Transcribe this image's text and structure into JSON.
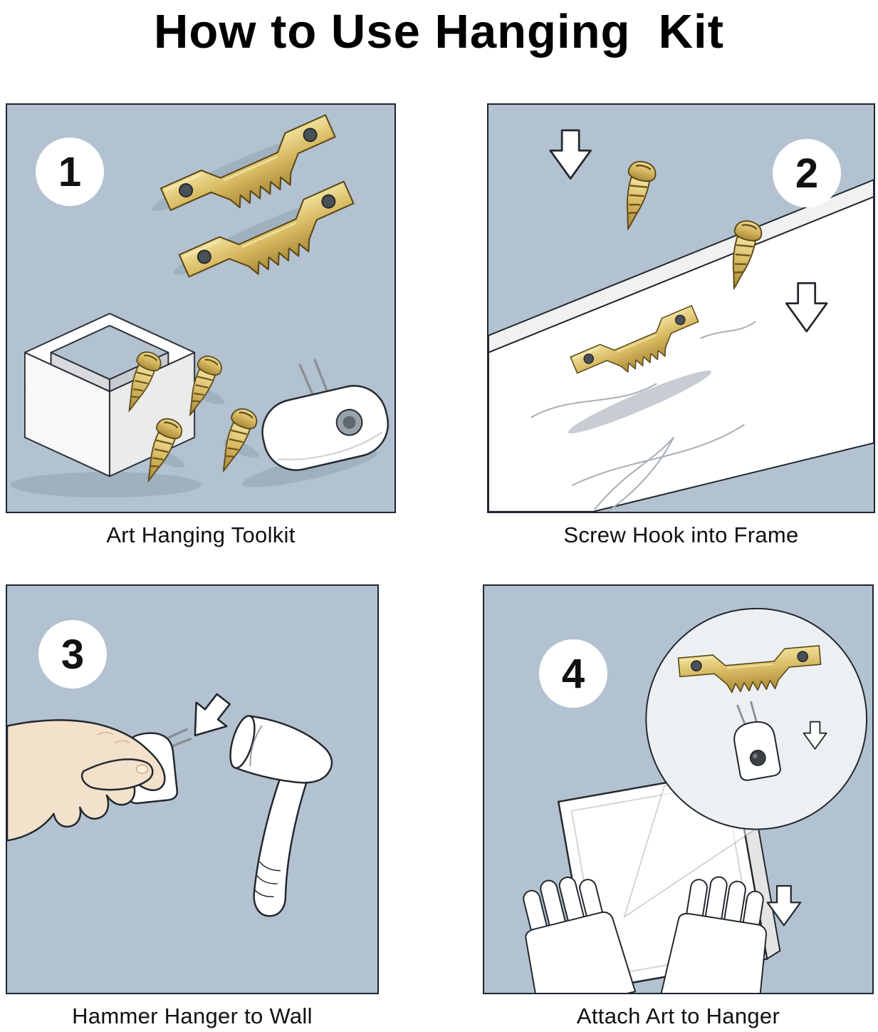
{
  "title": "How to Use Hanging  Kit",
  "steps": [
    {
      "number": "1",
      "caption": "Art Hanging Toolkit"
    },
    {
      "number": "2",
      "caption": "Screw Hook into Frame"
    },
    {
      "number": "3",
      "caption": "Hammer Hanger to Wall"
    },
    {
      "number": "4",
      "caption": "Attach Art to Hanger"
    }
  ],
  "colors": {
    "panel_background": "#b3c2d0",
    "brass": "#d8ba62",
    "brass_dark": "#a98a38",
    "outline": "#23282e",
    "skin": "#f3e1cb",
    "white": "#ffffff"
  }
}
